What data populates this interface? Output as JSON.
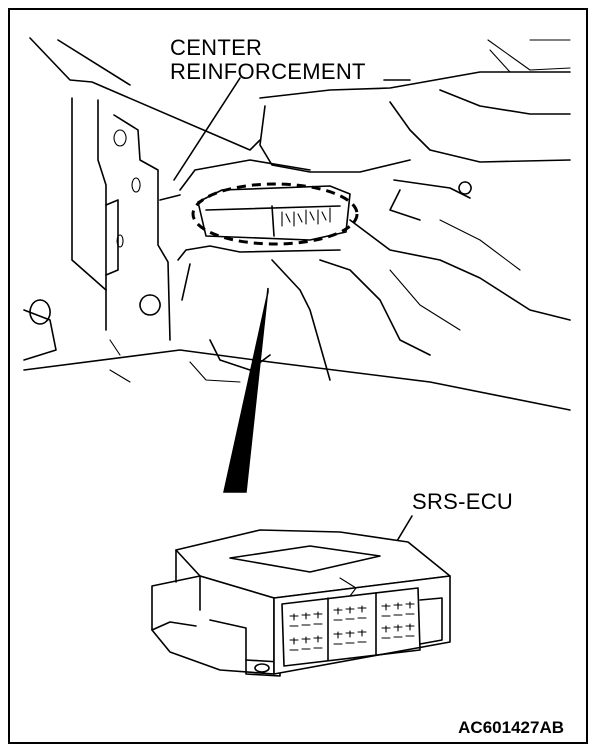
{
  "labels": {
    "center_reinforcement_line1": "CENTER",
    "center_reinforcement_line2": "REINFORCEMENT",
    "srs_ecu": "SRS-ECU",
    "figure_code": "AC601427AB"
  },
  "colors": {
    "line": "#000000",
    "background": "#ffffff"
  }
}
